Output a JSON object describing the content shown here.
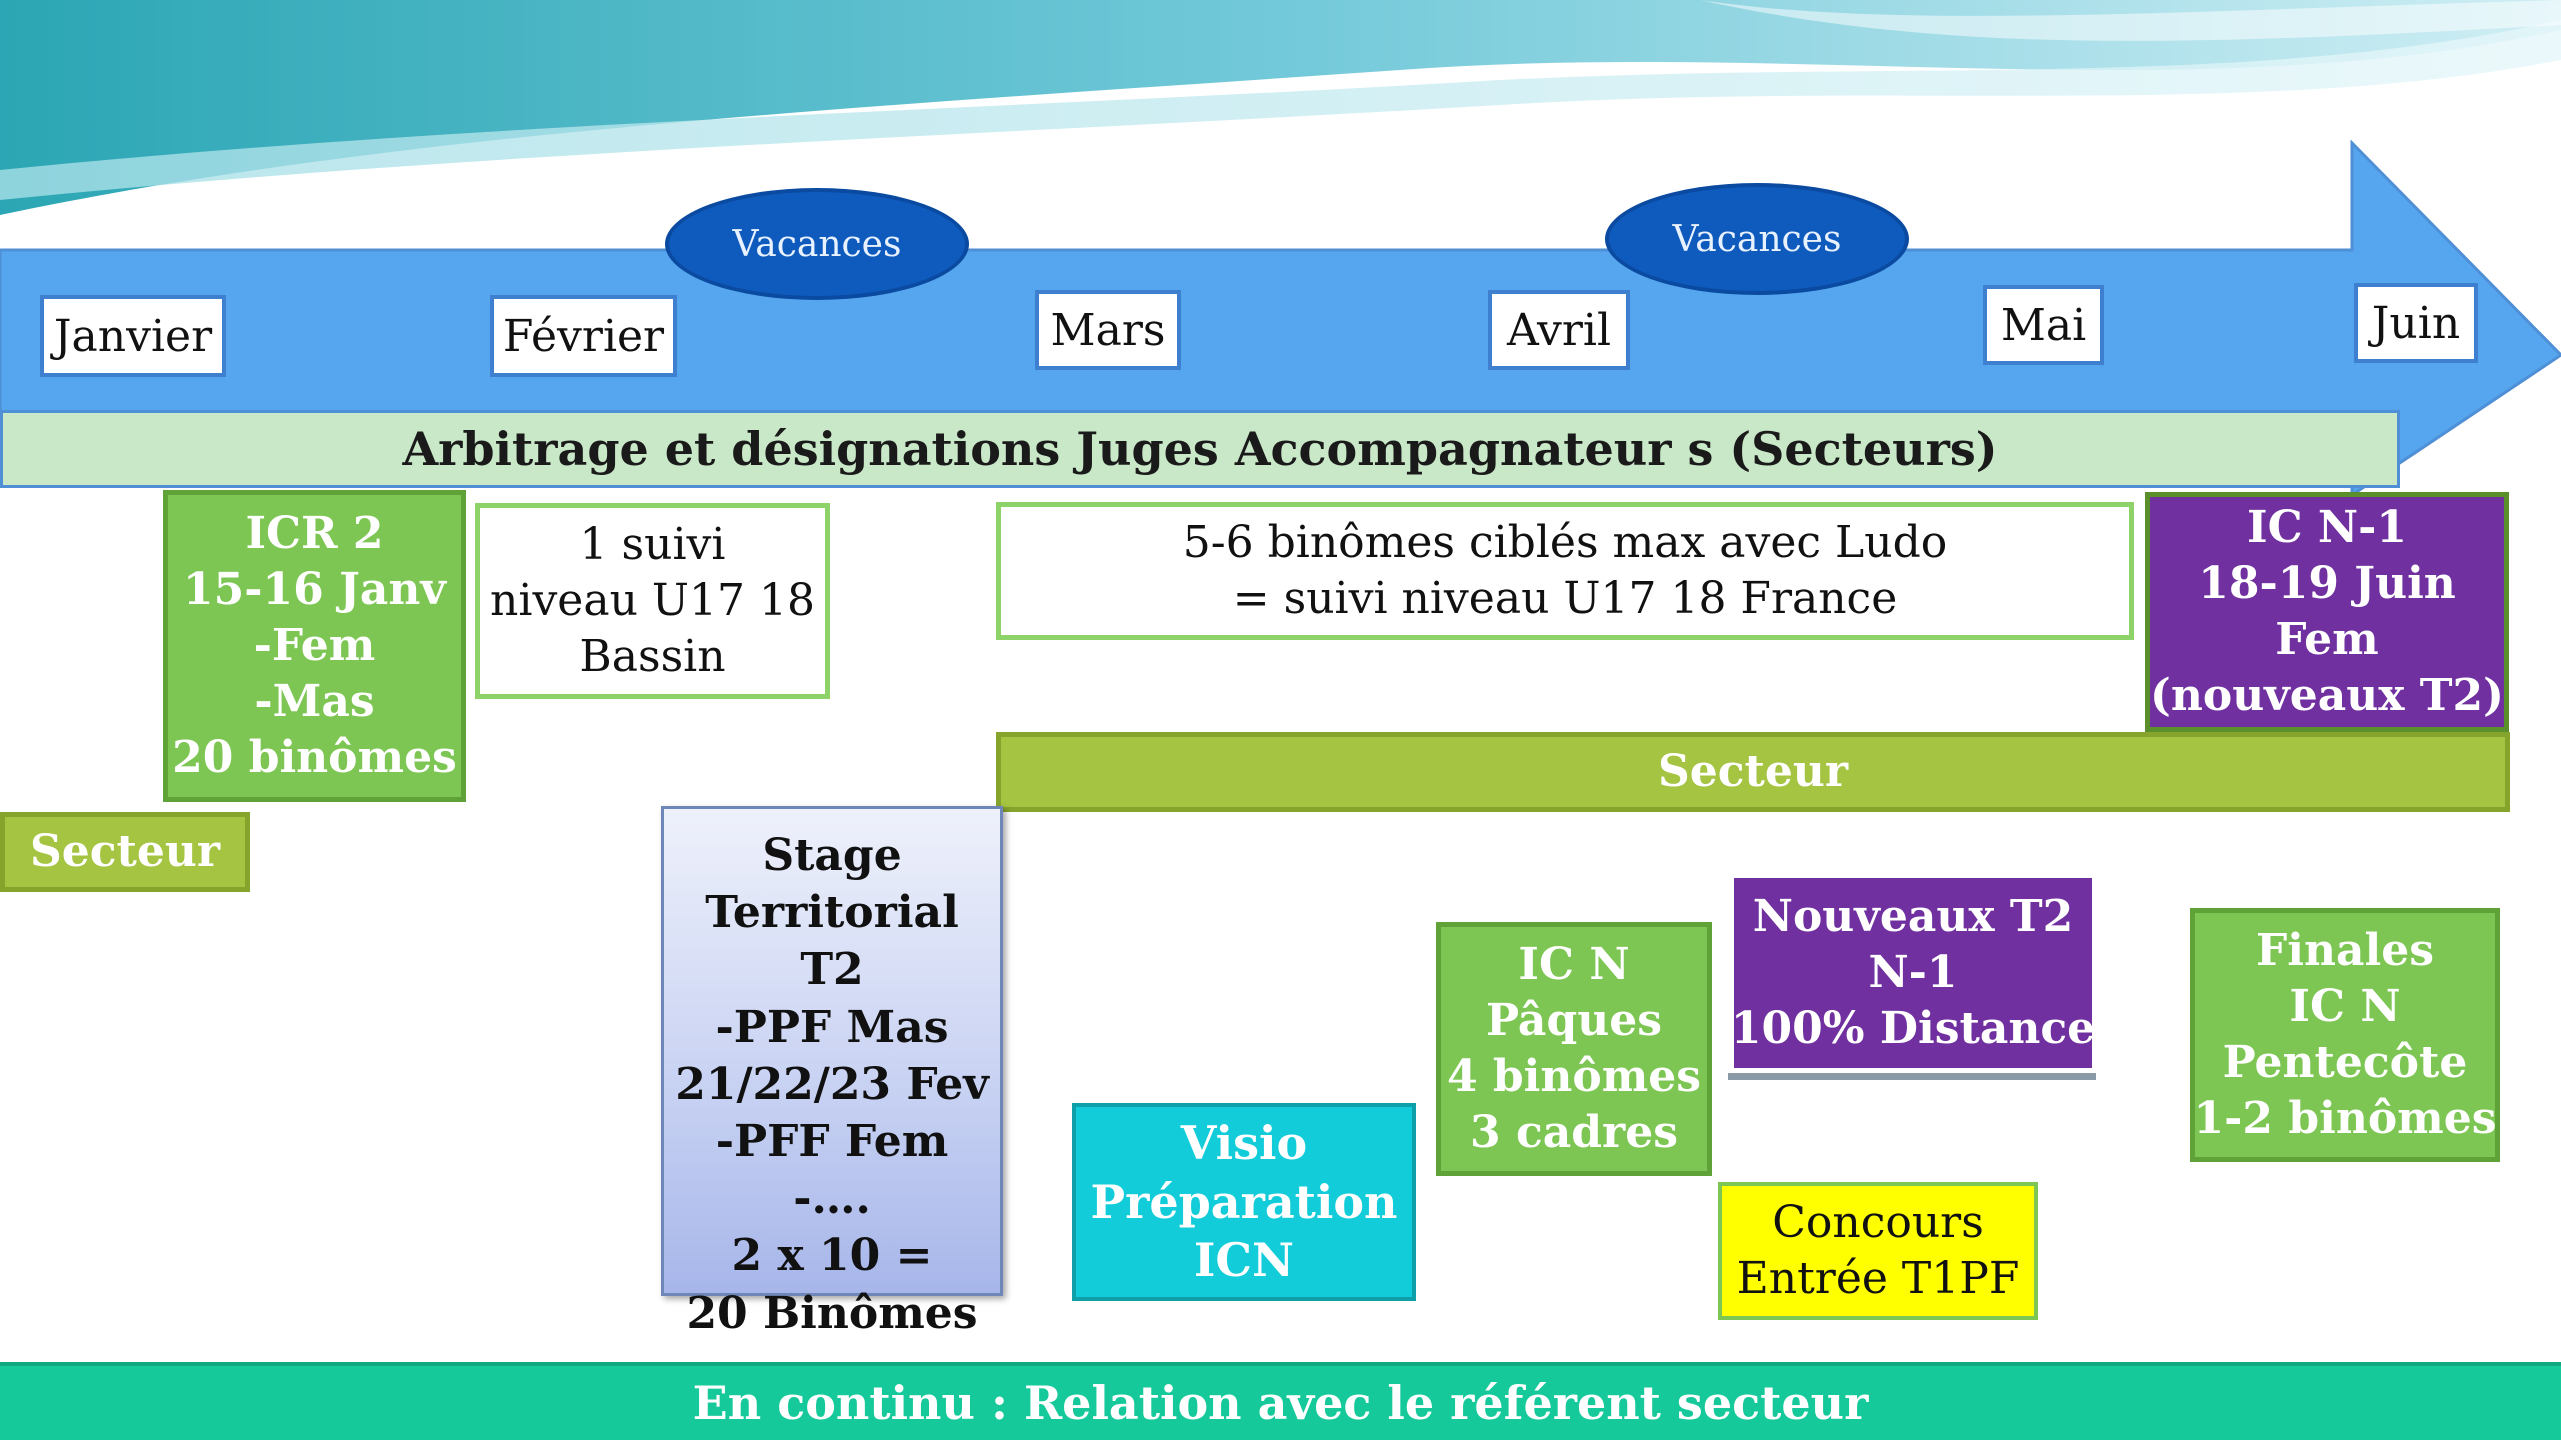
{
  "timeline": {
    "months": [
      "Janvier",
      "Février",
      "Mars",
      "Avril",
      "Mai",
      "Juin"
    ],
    "holidays": [
      "Vacances",
      "Vacances"
    ],
    "band_label": "Arbitrage et désignations Juges Accompagnateur s (Secteurs)"
  },
  "boxes": {
    "icr2": [
      "ICR 2",
      "15-16 Janv",
      "-Fem",
      "-Mas",
      "20 binômes"
    ],
    "suivi_bassin": [
      "1 suivi",
      "niveau U17 18",
      "Bassin"
    ],
    "binomes_cibles": [
      "5-6 binômes ciblés max avec Ludo",
      "= suivi niveau U17 18 France"
    ],
    "ic_n1": [
      "IC N-1",
      "18-19 Juin",
      "Fem",
      "(nouveaux T2)"
    ],
    "secteur_left": "Secteur",
    "secteur_band": "Secteur",
    "stage": [
      "Stage",
      "Territorial",
      "T2",
      "-PPF Mas",
      "21/22/23 Fev",
      "-PFF Fem",
      "-….",
      "2 x 10 =",
      "20 Binômes"
    ],
    "visio": [
      "Visio",
      "Préparation",
      "ICN"
    ],
    "ic_n": [
      "IC N",
      "Pâques",
      "4 binômes",
      "3 cadres"
    ],
    "nouveaux_t2": [
      "Nouveaux T2",
      "N-1",
      "100% Distance"
    ],
    "concours": [
      "Concours",
      "Entrée T1PF"
    ],
    "finales": [
      "Finales",
      "IC N",
      "Pentecôte",
      "1-2 binômes"
    ]
  },
  "footer": "En continu : Relation avec le référent secteur",
  "colors": {
    "arrow": "#55a6ef",
    "band": "#c9e8c8",
    "green": "#7dc653",
    "olive": "#a4c442",
    "purple": "#7030a0",
    "cyan": "#12ccd9",
    "yellow": "#ffff00",
    "footer": "#16c99a",
    "holiday": "#0e5bbd"
  }
}
